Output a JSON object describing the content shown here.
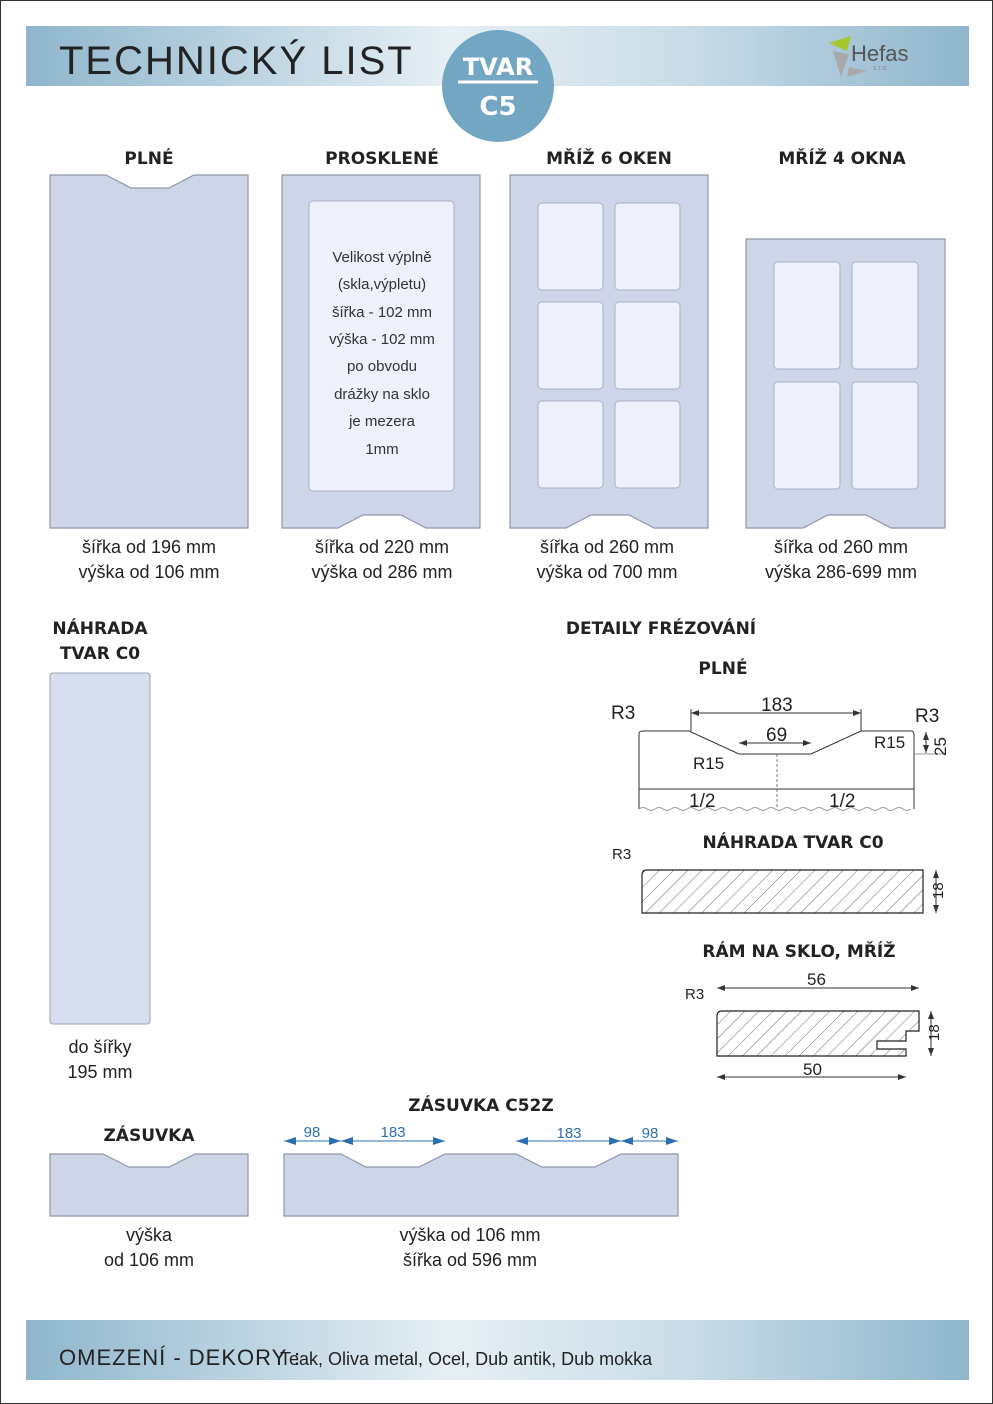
{
  "header": {
    "title": "TECHNICKÝ LIST",
    "badge_top": "TVAR",
    "badge_bottom": "C5",
    "logo": "Hefas",
    "logo_sub": "s.r.o."
  },
  "doors": [
    {
      "title": "PLNÉ",
      "line1": "šířka od 196 mm",
      "line2": "výška od 106 mm"
    },
    {
      "title": "PROSKLENÉ",
      "line1": "šířka od 220 mm",
      "line2": "výška od 286 mm",
      "glass_text": [
        "Velikost výplně",
        "(skla,výpletu)",
        "šířka - 102 mm",
        "výška - 102 mm",
        "po obvodu",
        "drážky na sklo",
        "je mezera",
        "1mm"
      ]
    },
    {
      "title": "MŘÍŽ 6 OKEN",
      "line1": "šířka od 260 mm",
      "line2": "výška od 700 mm"
    },
    {
      "title": "MŘÍŽ 4 OKNA",
      "line1": "šířka od 260 mm",
      "line2": "výška 286-699 mm"
    }
  ],
  "nahrada": {
    "title1": "NÁHRADA",
    "title2": "TVAR C0",
    "line1": "do šířky",
    "line2": "195 mm"
  },
  "details": {
    "title": "DETAILY FRÉZOVÁNÍ",
    "plne": {
      "title": "PLNÉ",
      "r3_left": "R3",
      "r3_right": "R3",
      "d183": "183",
      "d69": "69",
      "r15_left": "R15",
      "r15_right": "R15",
      "d25": "25",
      "half_left": "1/2",
      "half_right": "1/2"
    },
    "c0": {
      "title": "NÁHRADA TVAR C0",
      "r3": "R3",
      "d18": "18"
    },
    "ram": {
      "title": "RÁM NA SKLO, MŘÍŽ",
      "r3": "R3",
      "d56": "56",
      "d50": "50",
      "d18": "18"
    }
  },
  "zasuvka": {
    "title": "ZÁSUVKA",
    "line1": "výška",
    "line2": "od 106 mm"
  },
  "zasuvka_c52z": {
    "title": "ZÁSUVKA C52Z",
    "dims": [
      "98",
      "183",
      "183",
      "98"
    ],
    "line1": "výška od 106 mm",
    "line2": "šířka od 596 mm"
  },
  "footer": {
    "label": "OMEZENÍ - DEKORY :",
    "value": "Teak, Oliva metal, Ocel, Dub antik, Dub mokka"
  }
}
